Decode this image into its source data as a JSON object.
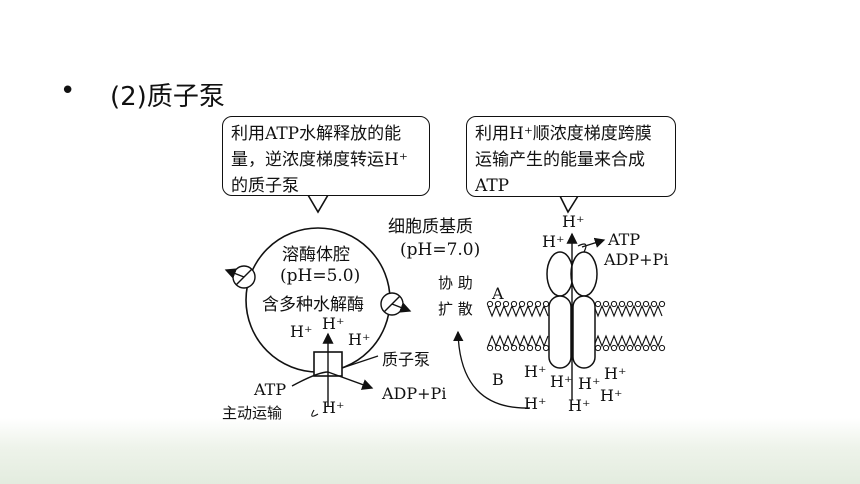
{
  "heading": {
    "bullet": "•",
    "text": "(2)质子泵"
  },
  "callouts": {
    "left": [
      "利用ATP水解释放的能",
      "量，逆浓度梯度转运H⁺",
      "的质子泵"
    ],
    "right": [
      "利用H⁺顺浓度梯度跨膜",
      "运输产生的能量来合成",
      "ATP"
    ]
  },
  "lysosome": {
    "title": "溶酶体腔",
    "ph": "(pH=5.0)",
    "contents": "含多种水解酶",
    "h_plus": "H⁺"
  },
  "cytoplasm": {
    "title": "细胞质基质",
    "ph": "(pH=7.0)"
  },
  "labels": {
    "proton_pump": "质子泵",
    "atp": "ATP",
    "adp_pi": "ADP+Pi",
    "active_transport": "主动运输",
    "facilitated_diffusion_1": "协 助",
    "facilitated_diffusion_2": "扩 散",
    "side_a": "A",
    "side_b": "B",
    "h_plus": "H⁺"
  }
}
